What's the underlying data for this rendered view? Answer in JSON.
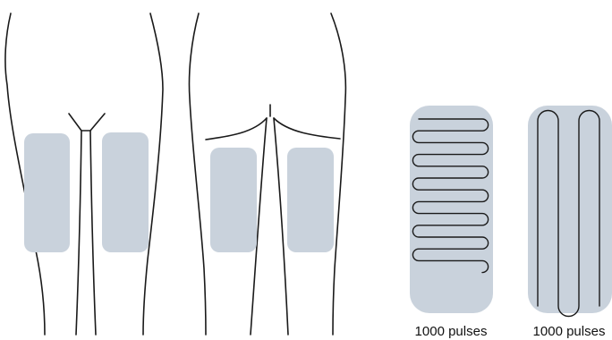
{
  "colors": {
    "zone_fill": "#c9d2dc",
    "outline": "#1a1a1a",
    "background": "#ffffff"
  },
  "patterns": [
    {
      "type": "horizontal-serpentine",
      "caption": "1000 pulses"
    },
    {
      "type": "vertical-serpentine",
      "caption": "1000 pulses"
    }
  ]
}
